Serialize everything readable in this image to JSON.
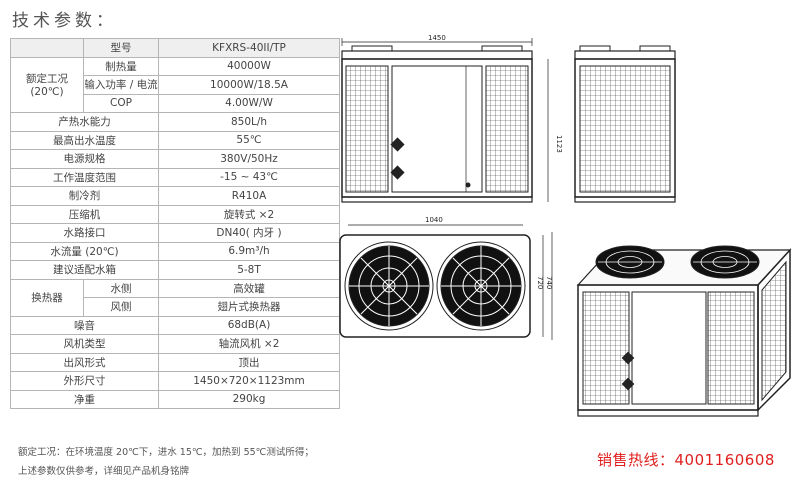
{
  "title": "技术参数：",
  "rows": {
    "model_label": "型号",
    "model": "KFXRS-40II/TP",
    "rated_group": [
      "额定工况",
      "(20℃)"
    ],
    "heating_label": "制热量",
    "heating": "40000W",
    "input_label": "输入功率 / 电流",
    "input": "10000W/18.5A",
    "cop_label": "COP",
    "cop": "4.00W/W",
    "hotwater_label": "产热水能力",
    "hotwater": "850L/h",
    "maxtemp_label": "最高出水温度",
    "maxtemp": "55℃",
    "power_label": "电源规格",
    "power": "380V/50Hz",
    "range_label": "工作温度范围",
    "range": "-15 ~ 43℃",
    "refrig_label": "制冷剂",
    "refrig": "R410A",
    "comp_label": "压缩机",
    "comp": "旋转式 ×2",
    "pipe_label": "水路接口",
    "pipe": "DN40( 内牙 )",
    "flow_label": "水流量 (20℃)",
    "flow": "6.9m³/h",
    "tank_label": "建议适配水箱",
    "tank": "5-8T",
    "hx_label": "换热器",
    "hxw_label": "水侧",
    "hxw": "高效罐",
    "hxa_label": "风侧",
    "hxa": "翅片式换热器",
    "noise_label": "噪音",
    "noise": "68dB(A)",
    "fan_label": "风机类型",
    "fan": "轴流风机 ×2",
    "outlet_label": "出风形式",
    "outlet": "顶出",
    "size_label": "外形尺寸",
    "size": "1450×720×1123mm",
    "weight_label": "净重",
    "weight": "290kg"
  },
  "notes": {
    "line1": "额定工况：在环境温度 20℃下，进水 15℃，加热到 55℃测试所得；",
    "line2": "上述参数仅供参考，详细见产品机身铭牌"
  },
  "hotline": "销售热线：4001160608",
  "dims": {
    "width": "1450",
    "height": "1123",
    "fan_span": "1040",
    "depth_a": "720",
    "depth_b": "740"
  }
}
